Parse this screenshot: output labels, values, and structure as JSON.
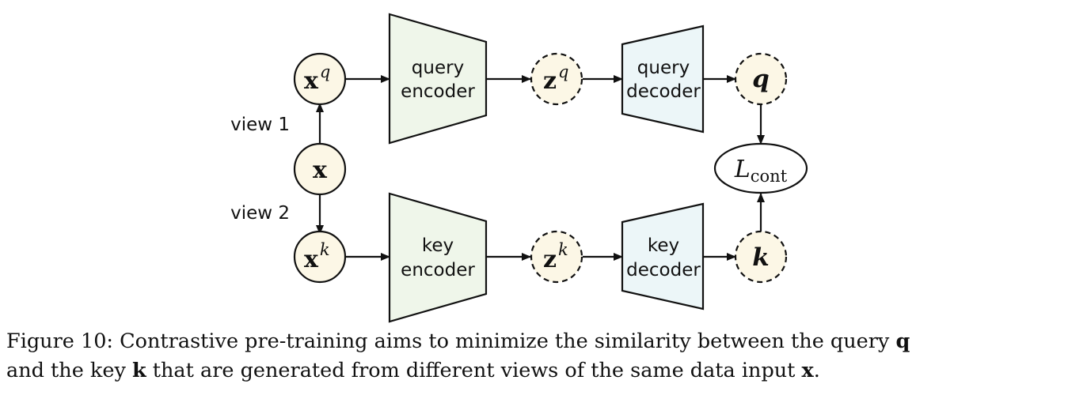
{
  "diagram": {
    "nodes": {
      "xq": {
        "base": "x",
        "sup": "q"
      },
      "x": {
        "base": "x"
      },
      "xk": {
        "base": "x",
        "sup": "k"
      },
      "zq": {
        "base": "z",
        "sup": "q"
      },
      "zk": {
        "base": "z",
        "sup": "k"
      },
      "q": {
        "base": "q"
      },
      "k": {
        "base": "k"
      },
      "loss": {
        "base": "L",
        "sub": "cont"
      }
    },
    "encoders": {
      "query": {
        "line1": "query",
        "line2": "encoder"
      },
      "key": {
        "line1": "key",
        "line2": "encoder"
      }
    },
    "decoders": {
      "query": {
        "line1": "query",
        "line2": "decoder"
      },
      "key": {
        "line1": "key",
        "line2": "decoder"
      }
    },
    "edge_labels": {
      "view1": "view 1",
      "view2": "view 2"
    },
    "colors": {
      "node_fill": "#fcf7e6",
      "encoder_fill": "#eff6ea",
      "decoder_fill": "#ecf6f8",
      "stroke": "#111111"
    }
  },
  "caption": {
    "label": "Figure 10:",
    "part1": "Contrastive pre-training aims to minimize the similarity between the query",
    "q": "q",
    "part2": "and the key",
    "k": "k",
    "part3": "that are generated from different views of the same data input",
    "x": "x",
    "end": "."
  }
}
